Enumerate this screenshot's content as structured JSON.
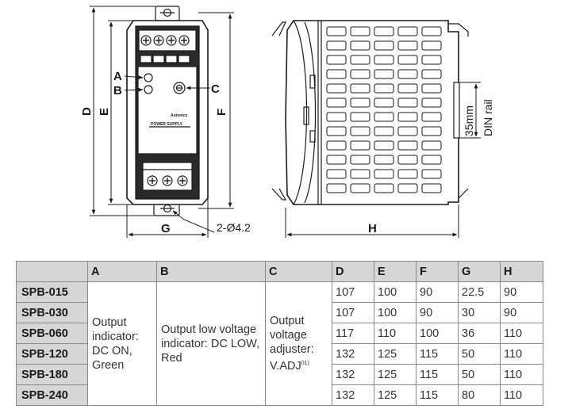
{
  "labels": {
    "A": "A",
    "B": "B",
    "C": "C",
    "D": "D",
    "E": "E",
    "F": "F",
    "G": "G",
    "H": "H",
    "hole": "2-Ø4.2",
    "din": "35mm\nDIN rail",
    "din_line1": "35mm",
    "din_line2": "DIN rail",
    "brand": "Autonics",
    "product": "POWER SUPPLY"
  },
  "table": {
    "headers": [
      "",
      "A",
      "B",
      "C",
      "D",
      "E",
      "F",
      "G",
      "H"
    ],
    "desc_A": "Output indicator: DC ON, Green",
    "desc_B": "Output low voltage indicator: DC LOW, Red",
    "desc_C": "Output voltage adjuster: V.ADJ",
    "desc_C_sup": "01)",
    "rows": [
      {
        "model": "SPB-015",
        "D": "107",
        "E": "100",
        "F": "90",
        "G": "22.5",
        "H": "90"
      },
      {
        "model": "SPB-030",
        "D": "107",
        "E": "100",
        "F": "90",
        "G": "30",
        "H": "90"
      },
      {
        "model": "SPB-060",
        "D": "117",
        "E": "110",
        "F": "100",
        "G": "36",
        "H": "110"
      },
      {
        "model": "SPB-120",
        "D": "132",
        "E": "125",
        "F": "115",
        "G": "50",
        "H": "110"
      },
      {
        "model": "SPB-180",
        "D": "132",
        "E": "125",
        "F": "115",
        "G": "50",
        "H": "110"
      },
      {
        "model": "SPB-240",
        "D": "132",
        "E": "125",
        "F": "115",
        "G": "80",
        "H": "110"
      }
    ]
  }
}
